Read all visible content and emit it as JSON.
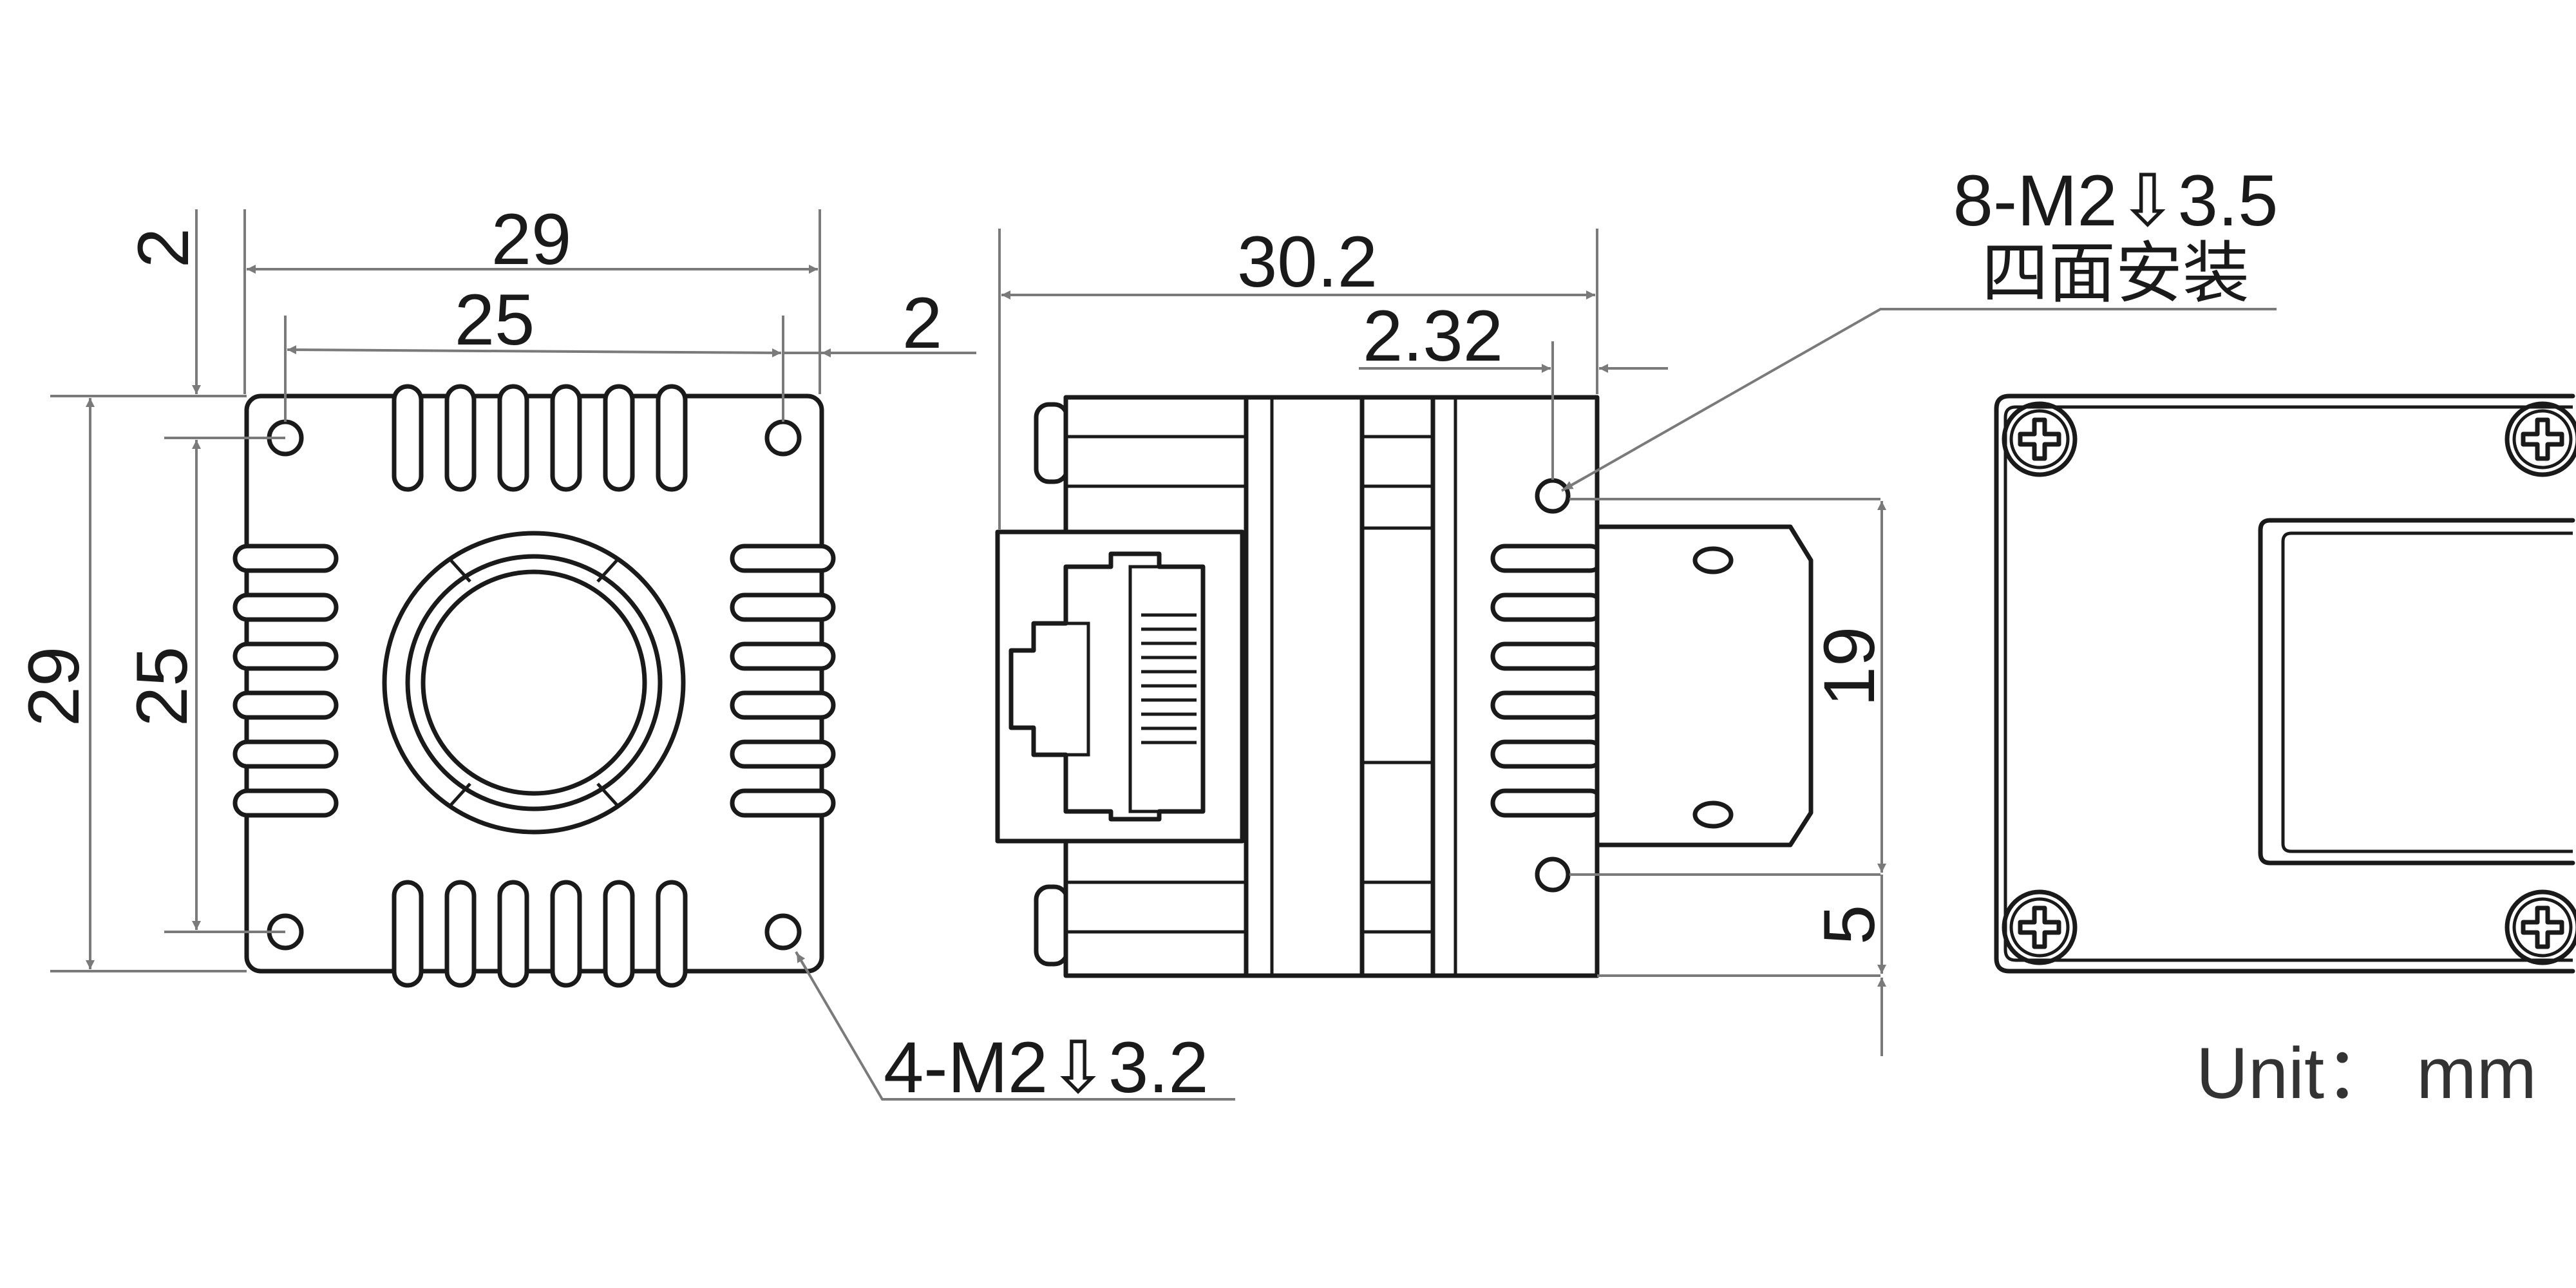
{
  "front_view": {
    "width_outer": "29",
    "width_holes": "25",
    "edge_top": "2",
    "edge_right": "2",
    "height_outer": "29",
    "height_holes": "25",
    "hole_note": "4-M2⇩3.2"
  },
  "side_view": {
    "length": "30.2",
    "hole_offset": "2.32",
    "hole_note_line1": "8-M2⇩3.5",
    "hole_note_line2": "四面安装",
    "hole_spacing": "19",
    "hole_edge": "5"
  },
  "unit_label": "Unit： mm",
  "colors": {
    "outline": "#1a1a1a",
    "dimension": "#7a7a7a"
  }
}
